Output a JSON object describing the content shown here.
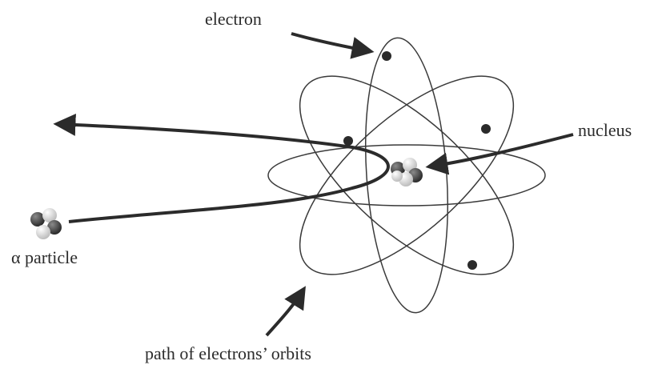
{
  "labels": {
    "electron": "electron",
    "nucleus": "nucleus",
    "alpha_particle": "α particle",
    "orbit_path": "path of electrons’ orbits"
  },
  "colors": {
    "ink": "#2b2b2b",
    "orbit_line": "#3a3a3a",
    "electron": "#2a2a2a",
    "nucleon_dark": "#3c3c3c",
    "nucleon_light": "#ececec"
  }
}
